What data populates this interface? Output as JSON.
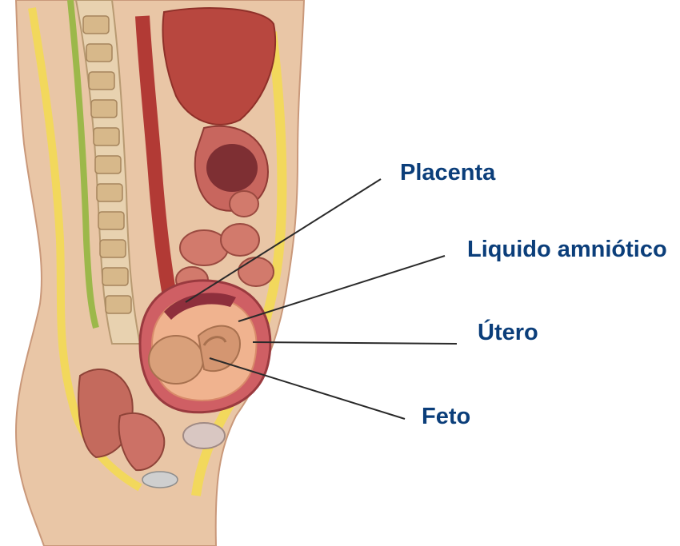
{
  "labels": {
    "placenta": "Placenta",
    "liquido_amniotico": "Liquido amniótico",
    "utero": "Útero",
    "feto": "Feto"
  },
  "colors": {
    "label_text": "#0b3e7a",
    "leader_line": "#2a2a2a",
    "skin": "#e9c6a6",
    "fat_layer": "#f2d85c",
    "uterus_wall": "#cf5f64",
    "fetus": "#d9a07a",
    "liver": "#b8473f"
  }
}
